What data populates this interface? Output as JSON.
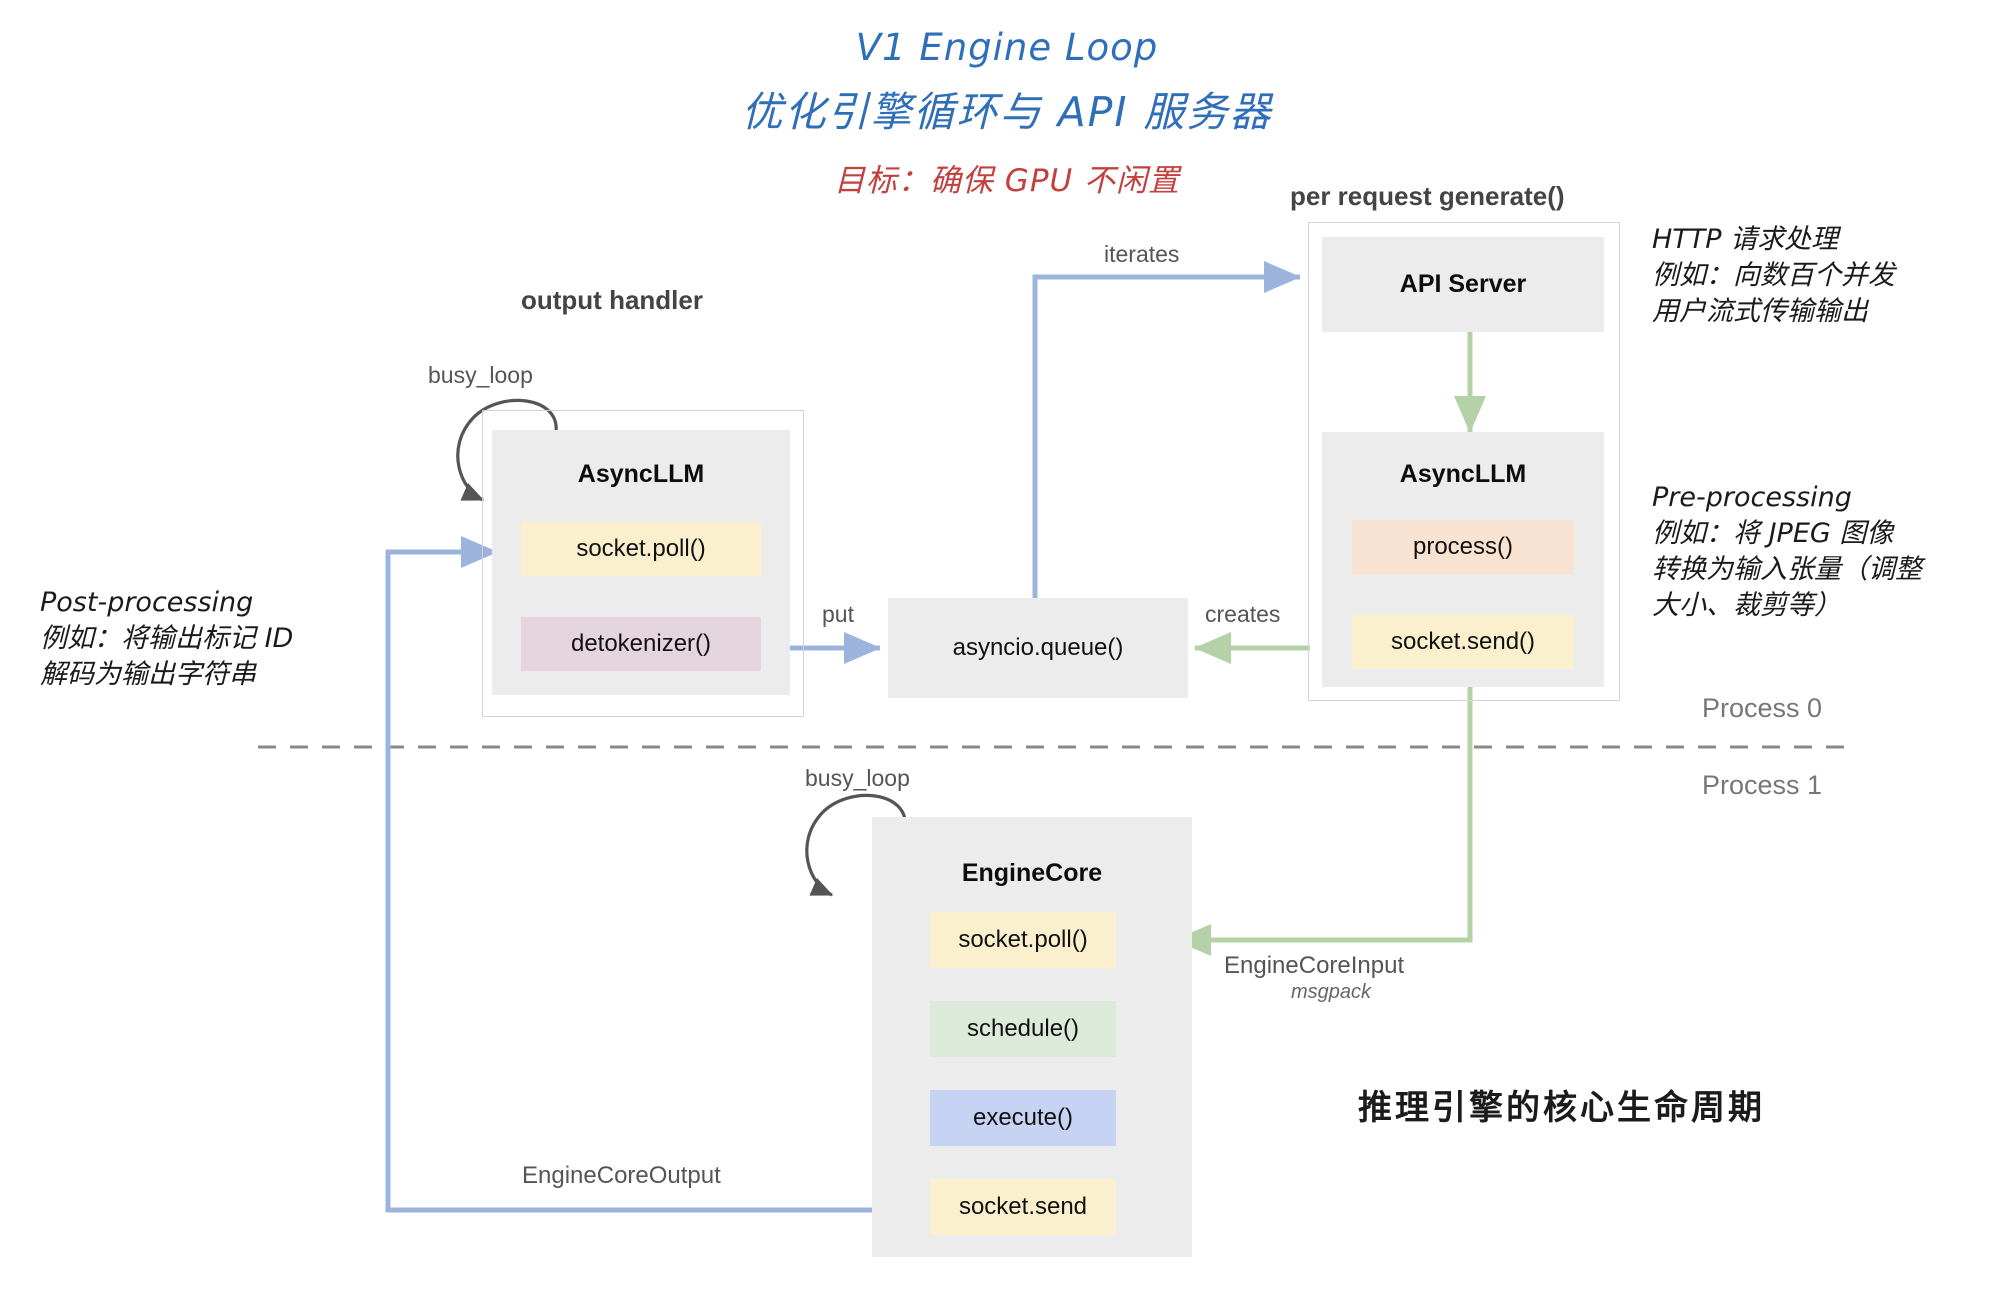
{
  "title": {
    "en": "V1 Engine Loop",
    "cn": "优化引擎循环与 API 服务器",
    "subtitle_cn": "目标：确保 GPU 不闲置"
  },
  "sections": {
    "output_handler": "output handler",
    "per_request": "per request generate()"
  },
  "components": {
    "async_llm_left": {
      "title": "AsyncLLM",
      "chips": [
        {
          "label": "socket.poll()",
          "color": "#faf0cd"
        },
        {
          "label": "detokenizer()",
          "color": "#e4d4dd"
        }
      ]
    },
    "api_server": {
      "title": "API Server"
    },
    "async_llm_right": {
      "title": "AsyncLLM",
      "chips": [
        {
          "label": "process()",
          "color": "#f8e2d1"
        },
        {
          "label": "socket.send()",
          "color": "#faf0cd"
        }
      ]
    },
    "engine_core": {
      "title": "EngineCore",
      "chips": [
        {
          "label": "socket.poll()",
          "color": "#faf0cd"
        },
        {
          "label": "schedule()",
          "color": "#dbead9"
        },
        {
          "label": "execute()",
          "color": "#c6d3f2"
        },
        {
          "label": "socket.send",
          "color": "#faf0cd"
        }
      ]
    },
    "queue": {
      "label": "asyncio.queue()"
    }
  },
  "edges": {
    "busy_loop_left": "busy_loop",
    "busy_loop_core": "busy_loop",
    "iterates": "iterates",
    "put": "put",
    "creates": "creates",
    "engine_core_input": "EngineCoreInput",
    "engine_core_input_format": "msgpack",
    "engine_core_output": "EngineCoreOutput"
  },
  "process_labels": {
    "p0": "Process 0",
    "p1": "Process 1"
  },
  "annotations": {
    "post_processing": "Post-processing\n例如：将输出标记 ID\n解码为输出字符串",
    "http_handling": "HTTP 请求处理\n例如：向数百个并发\n用户流式传输输出",
    "pre_processing": "Pre-processing\n例如：将 JPEG 图像\n转换为输入张量（调整\n大小、裁剪等）",
    "bottom_note": "推理引擎的核心生命周期"
  },
  "colors": {
    "title_blue": "#2f6fba",
    "subtitle_red": "#c3403c",
    "arrow_blue": "#9cb4dd",
    "arrow_green": "#b5d1a8",
    "arrow_grey": "#555555",
    "card_grey": "#ececec",
    "frame_grey": "#d4d4d4"
  }
}
